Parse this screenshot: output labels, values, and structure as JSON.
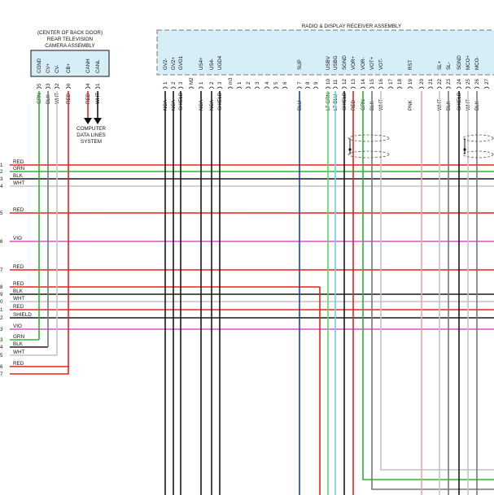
{
  "camera": {
    "lines": [
      "(CENTER OF BACK DOOR)",
      "REAR TELEVISION",
      "CAMERA ASSEMBLY"
    ],
    "pins": [
      {
        "name": "CGND",
        "num": "5",
        "color": "GRN"
      },
      {
        "name": "CV+",
        "num": "3",
        "color": "BLK"
      },
      {
        "name": "CV-",
        "num": "2",
        "color": "WHT"
      },
      {
        "name": "CB+",
        "num": "6",
        "color": "RED"
      },
      {
        "name": "CANH",
        "num": "4",
        "color": "RED"
      },
      {
        "name": "CANL",
        "num": "1",
        "color": "WHT"
      }
    ],
    "can_target": [
      "COMPUTER",
      "DATA LINES",
      "SYSTEM"
    ]
  },
  "radio": {
    "title": "RADIO & DISPLAY RECEIVER ASSEMBLY",
    "pins": [
      {
        "name": "GV2-",
        "num": "1",
        "wire": "NCA"
      },
      {
        "name": "GV2+",
        "num": "2",
        "wire": "NCA"
      },
      {
        "name": "GVG1",
        "num": "3",
        "wire": "SHIELD"
      },
      {
        "name": "",
        "num": "M2",
        "wire": ""
      },
      {
        "name": "US4+",
        "num": "1",
        "wire": "NCA"
      },
      {
        "name": "US4-",
        "num": "2",
        "wire": "NCA"
      },
      {
        "name": "UGD4",
        "num": "3",
        "wire": "SHIELD"
      },
      {
        "name": "",
        "num": "m3",
        "wire": ""
      },
      {
        "name": "",
        "num": "1",
        "wire": ""
      },
      {
        "name": "",
        "num": "2",
        "wire": ""
      },
      {
        "name": "",
        "num": "3",
        "wire": ""
      },
      {
        "name": "",
        "num": "4",
        "wire": ""
      },
      {
        "name": "",
        "num": "5",
        "wire": ""
      },
      {
        "name": "",
        "num": "6",
        "wire": ""
      },
      {
        "name": "SUP",
        "num": "7",
        "wire": "BLU"
      },
      {
        "name": "",
        "num": "8",
        "wire": ""
      },
      {
        "name": "",
        "num": "9",
        "wire": ""
      },
      {
        "name": "USBV",
        "num": "10",
        "wire": "LT GRN"
      },
      {
        "name": "USBG",
        "num": "11",
        "wire": "LT BLU"
      },
      {
        "name": "SGND",
        "num": "12",
        "wire": "SHIELD"
      },
      {
        "name": "VOR+",
        "num": "13",
        "wire": "RED"
      },
      {
        "name": "VOR-",
        "num": "14",
        "wire": "GRN"
      },
      {
        "name": "VOT+",
        "num": "15",
        "wire": "BLK"
      },
      {
        "name": "VOT-",
        "num": "16",
        "wire": "WHT"
      },
      {
        "name": "",
        "num": "17",
        "wire": ""
      },
      {
        "name": "",
        "num": "18",
        "wire": ""
      },
      {
        "name": "RST",
        "num": "19",
        "wire": "PNK"
      },
      {
        "name": "",
        "num": "20",
        "wire": ""
      },
      {
        "name": "",
        "num": "21",
        "wire": ""
      },
      {
        "name": "SL+",
        "num": "22",
        "wire": "WHT"
      },
      {
        "name": "SL-",
        "num": "23",
        "wire": "BLK"
      },
      {
        "name": "SGND",
        "num": "24",
        "wire": "SHIELD"
      },
      {
        "name": "MCO+",
        "num": "25",
        "wire": "WHT"
      },
      {
        "name": "MCO-",
        "num": "26",
        "wire": "BLK"
      },
      {
        "name": "",
        "num": "27",
        "wire": ""
      }
    ]
  },
  "harness": [
    {
      "num": "1",
      "label": "RED"
    },
    {
      "num": "2",
      "label": "GRN"
    },
    {
      "num": "3",
      "label": "BLK"
    },
    {
      "num": "4",
      "label": "WHT"
    },
    {
      "num": "5",
      "label": "RED"
    },
    {
      "num": "6",
      "label": "VIO"
    },
    {
      "num": "7",
      "label": "RED"
    },
    {
      "num": "8",
      "label": "RED"
    },
    {
      "num": "9",
      "label": "BLK"
    },
    {
      "num": "0",
      "label": "WHT"
    },
    {
      "num": "1",
      "label": "RED"
    },
    {
      "num": "2",
      "label": "SHIELD"
    },
    {
      "num": "3",
      "label": "VIO"
    },
    {
      "num": "3",
      "label": "GRN"
    },
    {
      "num": "4",
      "label": "BLK"
    },
    {
      "num": "5",
      "label": "WHT"
    },
    {
      "num": "6",
      "label": "RED"
    },
    {
      "num": "7",
      "label": ""
    }
  ],
  "colors": {
    "RED": "#e8221f",
    "GRN": "#2fb52c",
    "BLK": "#1a1a1a",
    "WHT": "#c4c4c4",
    "VIO": "#e04ad4",
    "BLU": "#2239c9",
    "LTGRN": "#5fd65c",
    "LTBLU": "#5fd6e8",
    "PNK": "#f0a3a3",
    "GRY": "#8c8c8c",
    "BOX": "#d6eef8"
  }
}
